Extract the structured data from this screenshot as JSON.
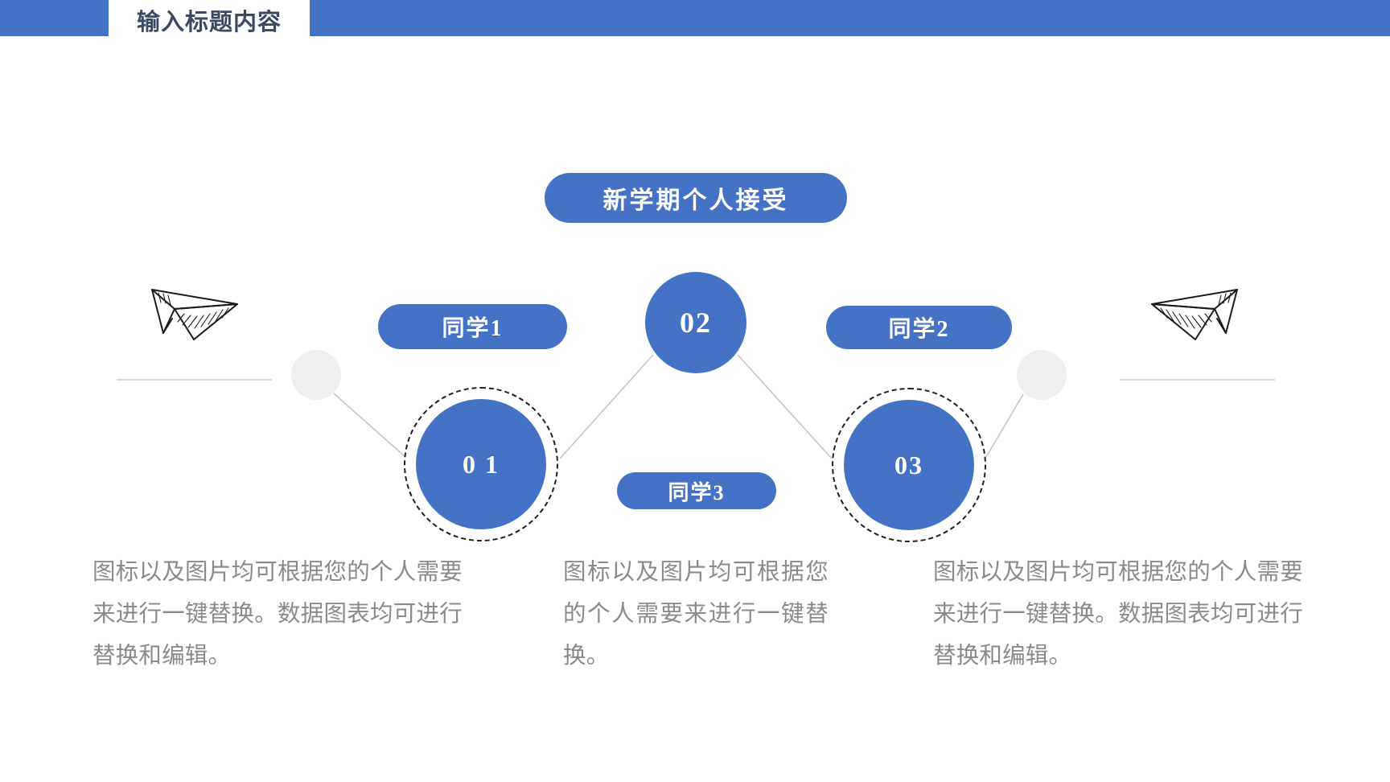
{
  "colors": {
    "accent": "#4472c4",
    "title_text": "#3b4a63",
    "body_text": "#8a8a8a",
    "connector": "#c6c6c6",
    "ghost_circle": "#efefef"
  },
  "header": {
    "title": "输入标题内容"
  },
  "diagram": {
    "center_label": "新学期个人接受",
    "students": [
      {
        "label": "同学1"
      },
      {
        "label": "同学2"
      },
      {
        "label": "同学3"
      }
    ],
    "steps": [
      {
        "number": "0 1"
      },
      {
        "number": "02"
      },
      {
        "number": "03"
      }
    ],
    "icons": [
      {
        "name": "paper-plane-left"
      },
      {
        "name": "paper-plane-right"
      }
    ]
  },
  "paragraphs": [
    {
      "text": "图标以及图片均可根据您的个人需要来进行一键替换。数据图表均可进行替换和编辑。"
    },
    {
      "text": "图标以及图片均可根据您的个人需要来进行一键替换。"
    },
    {
      "text": "图标以及图片均可根据您的个人需要来进行一键替换。数据图表均可进行替换和编辑。"
    }
  ]
}
